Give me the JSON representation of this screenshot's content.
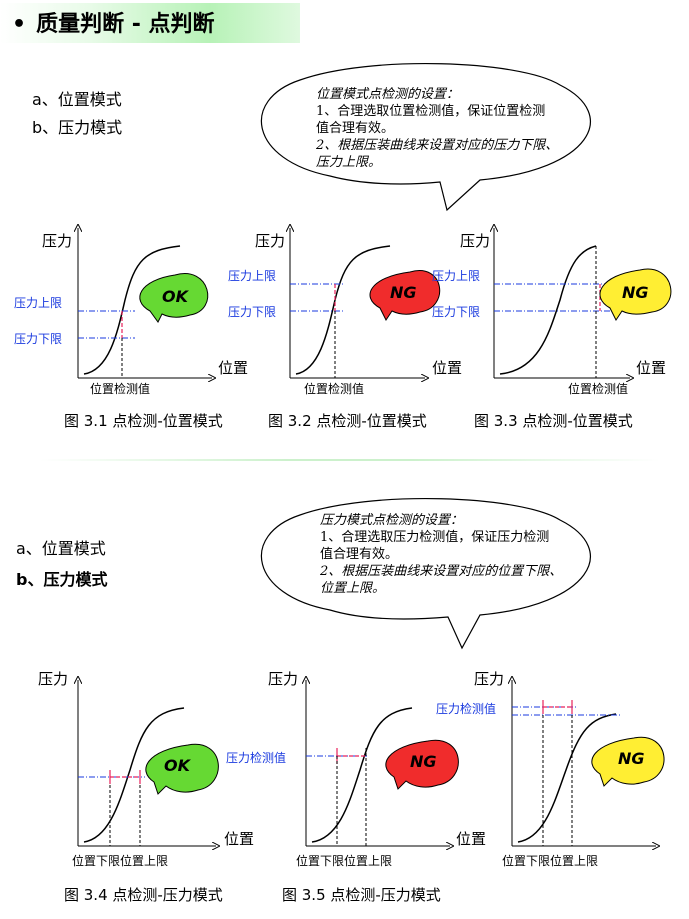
{
  "header": {
    "title": "质量判断 - 点判断"
  },
  "section1": {
    "mode_a": "a、位置模式",
    "mode_b": "b、压力模式",
    "callout": {
      "line1": "位置模式点检测的设置：",
      "line2": "1、合理选取位置检测值，保证位置检测",
      "line3": "值合理有效。",
      "line4": "2、根据压装曲线来设置对应的压力下限、",
      "line5": "压力上限。"
    },
    "axis_y": "压力",
    "axis_x": "位置",
    "upper_limit": "压力上限",
    "lower_limit": "压力下限",
    "check_value": "位置检测值",
    "result_ok": "OK",
    "result_ng": "NG",
    "caption1": "图 3.1  点检测-位置模式",
    "caption2": "图 3.2  点检测-位置模式",
    "caption3": "图 3.3  点检测-位置模式",
    "colors": {
      "ok_bubble": "#66d933",
      "ng_red": "#f02c2c",
      "ng_yellow": "#ffee33"
    }
  },
  "section2": {
    "mode_a": "a、位置模式",
    "mode_b": "b、压力模式",
    "callout": {
      "line1": "压力模式点检测的设置：",
      "line2": "1、合理选取压力检测值，保证压力检测",
      "line3": "值合理有效。",
      "line4": "2、根据压装曲线来设置对应的位置下限、",
      "line5": "位置上限。"
    },
    "axis_y": "压力",
    "axis_x": "位置",
    "check_value": "压力检测值",
    "pos_limits": "位置下限位置上限",
    "result_ok": "OK",
    "result_ng": "NG",
    "caption4": "图 3.4  点检测-压力模式",
    "caption5": "图 3.5  点检测-压力模式"
  }
}
